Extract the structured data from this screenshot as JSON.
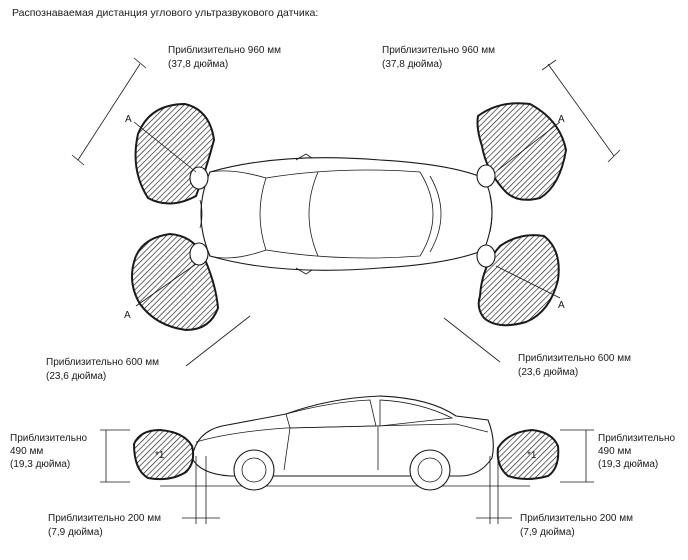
{
  "title": "Распознаваемая дистанция углового ультразвукового датчика:",
  "top_view": {
    "front_left_distance": "Приблизительно 960 мм",
    "front_left_inch": "(37,8 дюйма)",
    "front_right_distance": "Приблизительно 960 мм",
    "front_right_inch": "(37,8 дюйма)",
    "rear_left_distance": "Приблизительно 600 мм",
    "rear_left_inch": "(23,6 дюйма)",
    "rear_right_distance": "Приблизительно 600 мм",
    "rear_right_inch": "(23,6 дюйма)",
    "marker": "A"
  },
  "side_view": {
    "left_height_line1": "Приблизительно",
    "left_height_line2": "490 мм",
    "left_height_inch": "(19,3 дюйма)",
    "right_height_line1": "Приблизительно",
    "right_height_line2": "490 мм",
    "right_height_inch": "(19,3 дюйма)",
    "left_offset": "Приблизительно 200 мм",
    "left_offset_inch": "(7,9 дюйма)",
    "right_offset": "Приблизительно 200 мм",
    "right_offset_inch": "(7,9 дюйма)",
    "zone_marker": "*1"
  }
}
